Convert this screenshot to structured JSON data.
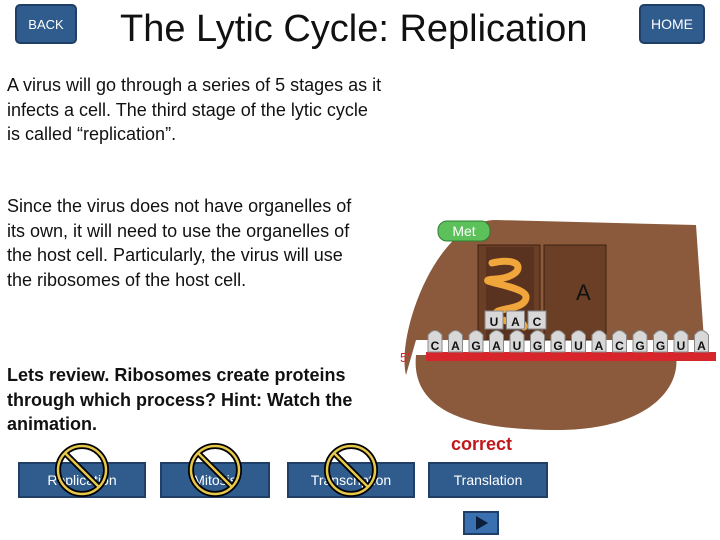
{
  "nav": {
    "back_label": "BACK",
    "home_label": "HOME"
  },
  "title": "The Lytic Cycle: Replication",
  "paragraphs": [
    "A virus will go through a series of 5 stages as it infects a cell. The third stage of the lytic cycle is called “replication”.",
    "Since the virus does not have organelles of its own, it will need to use the organelles of the host cell. Particularly, the virus will use the ribosomes of the host cell.",
    "Lets review. Ribosomes create proteins through which process? Hint: Watch the animation."
  ],
  "feedback": "correct",
  "answers": [
    {
      "label": "Replication",
      "crossed": true
    },
    {
      "label": "Mitosis",
      "crossed": true
    },
    {
      "label": "Transcription",
      "crossed": true
    },
    {
      "label": "Translation",
      "crossed": false
    }
  ],
  "animation": {
    "amino_acid": "Met",
    "site_label": "A",
    "anticodon": [
      "U",
      "A",
      "C"
    ],
    "mrna_end": "5'",
    "mrna": [
      "C",
      "A",
      "G",
      "A",
      "U",
      "G",
      "G",
      "U",
      "A",
      "C",
      "G",
      "G",
      "U",
      "A"
    ]
  },
  "icons": {
    "next": "play-arrow-icon",
    "prohibited": "prohibited-sign-icon"
  },
  "colors": {
    "button": "#2f5b8d",
    "correct": "#c0181a",
    "ribosome": "#8b5a3c",
    "mrna": "#d7262b"
  }
}
